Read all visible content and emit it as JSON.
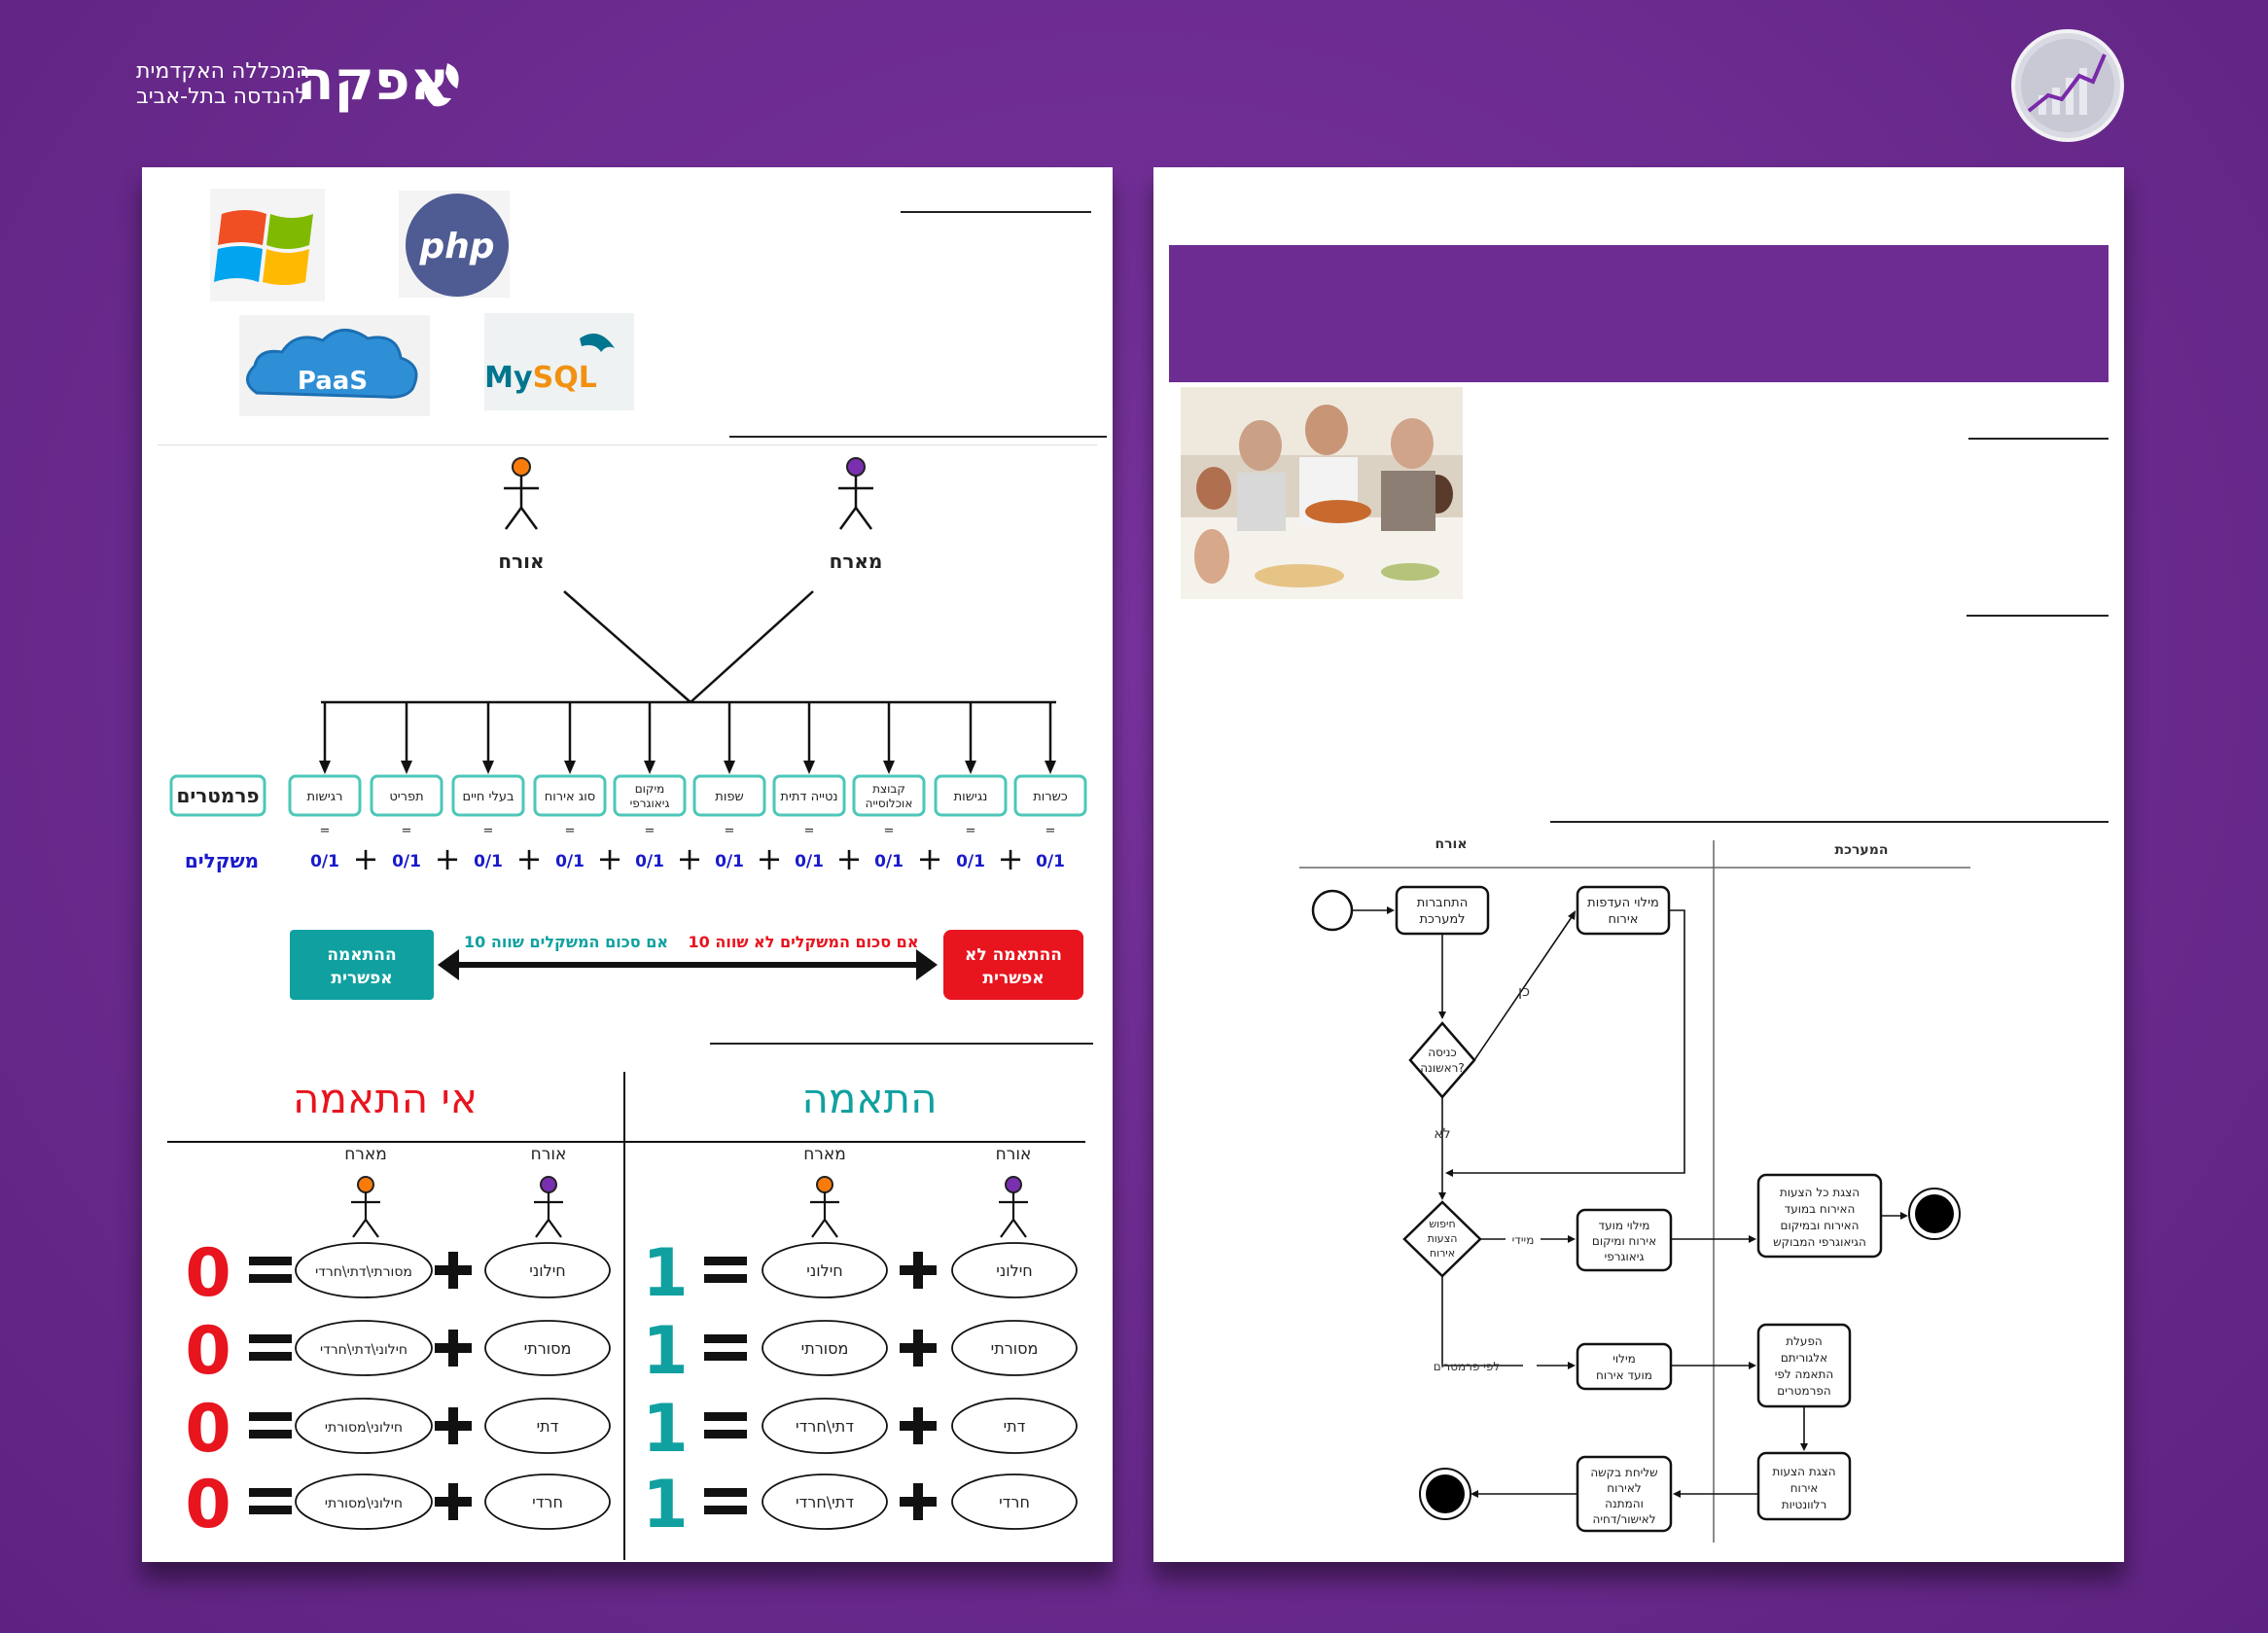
{
  "header": {
    "logo_name": "אפקה",
    "logo_sub_1": "המכללה האקדמית",
    "logo_sub_2": "להנדסה בתל-אביב",
    "logo_icon": "apeka-leaf-icon",
    "badge_icon": "growth-chart-badge-icon"
  },
  "tech_logos": {
    "windows_icon": "windows-logo-icon",
    "php_label": "php",
    "paas_label": "PaaS",
    "mysql_label": "MySQL",
    "mysql_label_1": "My",
    "mysql_label_2": "SQL"
  },
  "model": {
    "actor_host": "מארח",
    "actor_guest": "אורח",
    "parameters_title": "פרמטרים",
    "weights_title": "משקלים",
    "parameters": [
      {
        "label": "כשרות"
      },
      {
        "label": "נגישות"
      },
      {
        "label": "קבוצת אוכלוסייה",
        "line1": "קבוצת",
        "line2": "אוכלוסייה"
      },
      {
        "label": "נטייה דתית"
      },
      {
        "label": "שפות"
      },
      {
        "label": "מיקום גיאוגרפי",
        "line1": "מיקום",
        "line2": "גיאוגרפי"
      },
      {
        "label": "סוג אירוח"
      },
      {
        "label": "בעלי חיים"
      },
      {
        "label": "תפריט"
      },
      {
        "label": "רגישות"
      }
    ],
    "weight_value": "0/1",
    "plus": "+",
    "equals_mark": "=",
    "no_match_box": "ההתאמה לא אפשרית",
    "no_match_line1": "ההתאמה לא",
    "no_match_line2": "אפשרית",
    "match_box": "ההתאמה אפשרית",
    "match_line1": "ההתאמה",
    "match_line2": "אפשרית",
    "cond_not_10": "אם סכום המשקלים לא שווה 10",
    "cond_eq_10": "אם סכום המשקלים שווה 10",
    "colors": {
      "teal": "#11a0a0",
      "red": "#e8141e",
      "blue": "#1a1acc"
    }
  },
  "match_table": {
    "match_title": "התאמה",
    "mismatch_title": "אי התאמה",
    "guest_label": "אורח",
    "host_label": "מארח",
    "match_rows": [
      {
        "guest": "חילוני",
        "host": "חילוני",
        "result": "1"
      },
      {
        "guest": "מסורתי",
        "host": "מסורתי",
        "result": "1"
      },
      {
        "guest": "דתי",
        "host": "דתי\\חרדי",
        "result": "1"
      },
      {
        "guest": "חרדי",
        "host": "דתי\\חרדי",
        "result": "1"
      }
    ],
    "mismatch_rows": [
      {
        "guest": "חילוני",
        "host": "מסורתי\\דתי\\חרדי",
        "result": "0"
      },
      {
        "guest": "מסורתי",
        "host": "חילוני\\דתי\\חרדי",
        "result": "0"
      },
      {
        "guest": "דתי",
        "host": "חילוני\\מסורתי",
        "result": "0"
      },
      {
        "guest": "חרדי",
        "host": "חילוני\\מסורתי",
        "result": "0"
      }
    ]
  },
  "activity": {
    "lane_guest": "אורח",
    "lane_system": "המערכת",
    "n_register": "התחברות למערכת",
    "n_register_1": "התחברות",
    "n_register_2": "למערכת",
    "n_first_entry": "כניסה ראשונה?",
    "n_first_entry_1": "כניסה",
    "n_first_entry_2": "ראשונה?",
    "lbl_yes": "כן",
    "lbl_no": "לא",
    "n_prefs_1": "מילוי העדפות",
    "n_prefs_2": "אירוח",
    "n_search_1": "חיפוש",
    "n_search_2": "הצעות",
    "n_search_3": "אירוח",
    "lbl_immediate": "מיידי",
    "n_date_loc_1": "מילוי מועד",
    "n_date_loc_2": "אירוח ומיקום",
    "n_date_loc_3": "גיאוגרפי",
    "n_show_all_1": "הצגת כל הצעות",
    "n_show_all_2": "האירוח במועד",
    "n_show_all_3": "האירוח ובמיקום",
    "n_show_all_4": "הגיאוגרפי המבוקש",
    "lbl_by_params": "לפי פרמטרים",
    "n_date_1": "מילוי",
    "n_date_2": "מועד אירוח",
    "n_algo_1": "הפעלת",
    "n_algo_2": "אלגוריתם",
    "n_algo_3": "התאמה לפי",
    "n_algo_4": "הפרמטרים",
    "n_relevant_1": "הצגת הצעות",
    "n_relevant_2": "אירוח",
    "n_relevant_3": "רלוונטיות",
    "n_send_1": "שליחת בקשה",
    "n_send_2": "לאירוח",
    "n_send_3": "והמתנה",
    "n_send_4": "לאישור/דחיה"
  },
  "photo": {
    "subject": "family-dinner-photo"
  }
}
